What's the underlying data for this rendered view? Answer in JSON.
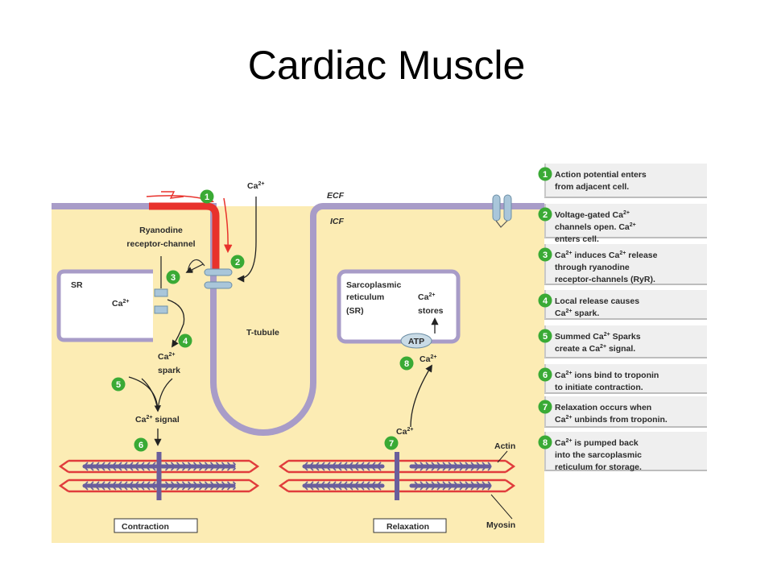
{
  "title": "Cardiac Muscle",
  "labels": {
    "ecf": "ECF",
    "icf": "ICF",
    "ryr_1": "Ryanodine",
    "ryr_2": "receptor-channel",
    "sr": "SR",
    "sr_full_1": "Sarcoplasmic",
    "sr_full_2": "reticulum",
    "sr_full_3": "(SR)",
    "stores": "stores",
    "t_tubule": "T-tubule",
    "atp": "ATP",
    "spark": "spark",
    "signal": "signal",
    "actin": "Actin",
    "myosin": "Myosin",
    "contraction": "Contraction",
    "relaxation": "Relaxation",
    "ca": "Ca",
    "ca_charge": "2+"
  },
  "markers": [
    "1",
    "2",
    "3",
    "4",
    "5",
    "6",
    "7",
    "8"
  ],
  "steps": [
    {
      "num": "1",
      "lines": [
        [
          "Action potential enters"
        ],
        [
          "from adjacent cell."
        ]
      ]
    },
    {
      "num": "2",
      "lines": [
        [
          "Voltage-gated Ca",
          "2+"
        ],
        [
          "channels open. Ca",
          "2+"
        ],
        [
          "enters cell."
        ]
      ]
    },
    {
      "num": "3",
      "lines": [
        [
          "Ca",
          "2+",
          " induces Ca",
          "2+",
          " release"
        ],
        [
          "through ryanodine"
        ],
        [
          "receptor-channels (RyR)."
        ]
      ]
    },
    {
      "num": "4",
      "lines": [
        [
          "Local release causes"
        ],
        [
          "Ca",
          "2+",
          " spark."
        ]
      ]
    },
    {
      "num": "5",
      "lines": [
        [
          "Summed Ca",
          "2+",
          " Sparks"
        ],
        [
          "create a Ca",
          "2+",
          " signal."
        ]
      ]
    },
    {
      "num": "6",
      "lines": [
        [
          "Ca",
          "2+",
          " ions bind to troponin"
        ],
        [
          "to initiate contraction."
        ]
      ]
    },
    {
      "num": "7",
      "lines": [
        [
          "Relaxation occurs when"
        ],
        [
          "Ca",
          "2+",
          " unbinds from troponin."
        ]
      ]
    },
    {
      "num": "8",
      "lines": [
        [
          "Ca",
          "2+",
          " is pumped back"
        ],
        [
          "into the sarcoplasmic"
        ],
        [
          "reticulum for storage."
        ]
      ]
    }
  ],
  "colors": {
    "cytoplasm": "#fcecb4",
    "membrane": "#a89cc8",
    "action_potential": "#e8322c",
    "marker_green": "#3aaa35",
    "channel": "#a9c6da",
    "sarcomere_red": "#e03c3c",
    "myosin": "#6a5e9c"
  }
}
